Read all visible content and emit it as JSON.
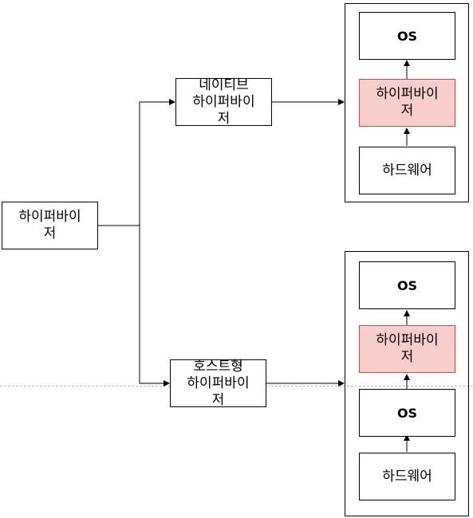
{
  "root": {
    "label": "하이퍼바이\n저"
  },
  "native": {
    "label": "네이티브\n하이퍼바이\n저",
    "stack": {
      "os": "OS",
      "hypervisor": "하이퍼바이\n저",
      "hardware": "하드웨어"
    }
  },
  "hosted": {
    "label": "호스트형\n하이퍼바이\n저",
    "stack": {
      "os": "OS",
      "hypervisor": "하이퍼바이\n저",
      "host_os": "OS",
      "hardware": "하드웨어"
    }
  },
  "colors": {
    "hypervisor_fill": "#f8cecc",
    "hypervisor_border": "#b85450",
    "line": "#000000"
  }
}
